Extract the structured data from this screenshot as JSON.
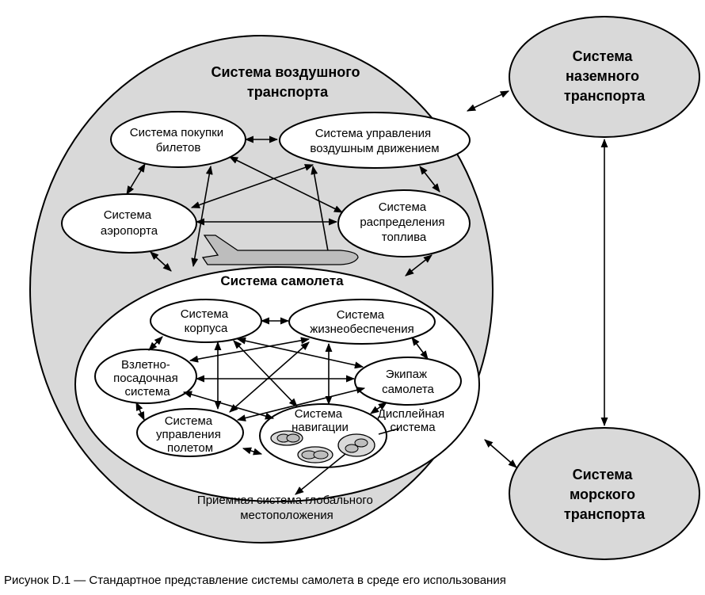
{
  "outer": {
    "air_transport": [
      "Система воздушного",
      "транспорта"
    ],
    "ground_transport": [
      "Система",
      "наземного",
      "транспорта"
    ],
    "sea_transport": [
      "Система",
      "морского",
      "транспорта"
    ]
  },
  "air_nodes": {
    "tickets": [
      "Система покупки",
      "билетов"
    ],
    "atc": [
      "Система управления",
      "воздушным движением"
    ],
    "airport": [
      "Система",
      "аэропорта"
    ],
    "fuel": [
      "Система",
      "распределения",
      "топлива"
    ]
  },
  "aircraft": {
    "title": "Система самолета",
    "hull": [
      "Система",
      "корпуса"
    ],
    "life_support": [
      "Система",
      "жизнеобеспечения"
    ],
    "landing": [
      "Взлетно-",
      "посадочная",
      "система"
    ],
    "crew": [
      "Экипаж",
      "самолета"
    ],
    "flight_control": [
      "Система",
      "управления",
      "полетом"
    ],
    "navigation": [
      "Система",
      "навигации"
    ],
    "display": [
      "Дисплейная",
      "система"
    ],
    "gps": [
      "Приемная система глобального",
      "местоположения"
    ]
  },
  "caption": "Рисунок D.1 — Стандартное представление системы самолета в среде его использования",
  "colors": {
    "fill_gray": "#d9d9d9",
    "fill_white": "#ffffff",
    "stroke": "#000000"
  }
}
